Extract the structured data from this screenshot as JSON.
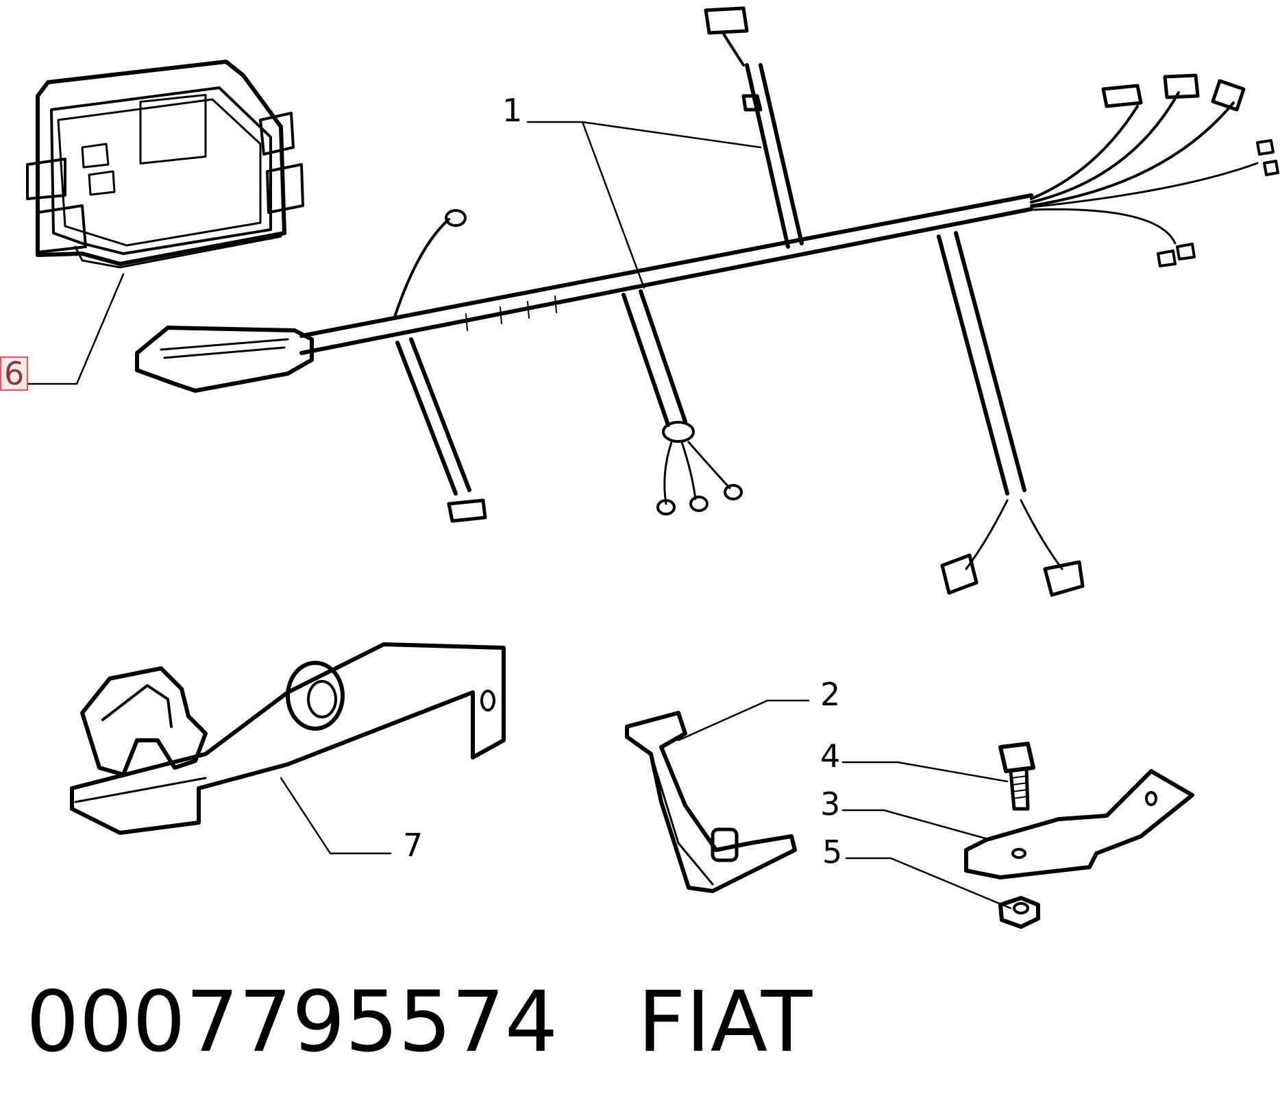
{
  "callouts": {
    "c1": "1",
    "c2": "2",
    "c3": "3",
    "c4": "4",
    "c5": "5",
    "c6": "6",
    "c7": "7"
  },
  "caption": {
    "part_number": "0007795574",
    "brand": "FIAT"
  },
  "icons": [
    "ecu-module",
    "wiring-harness",
    "bracket-7",
    "clamp-2",
    "plate-3",
    "bolt-4",
    "nut-5"
  ]
}
